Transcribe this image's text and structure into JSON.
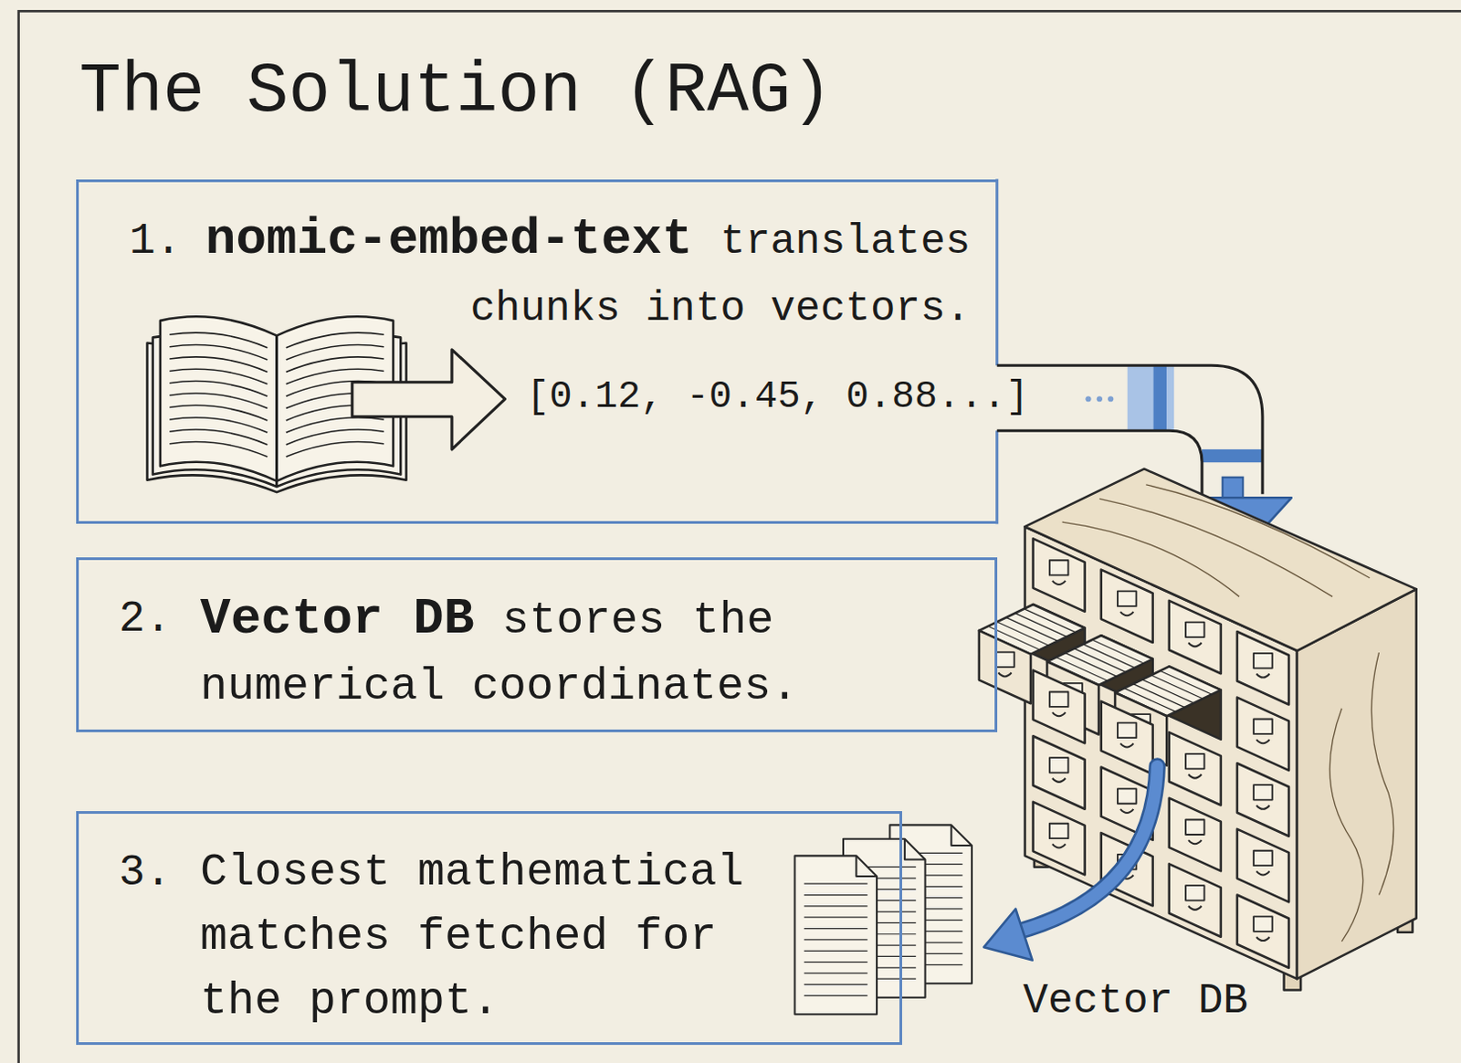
{
  "diagram": {
    "title": "The Solution (RAG)",
    "nodes": [
      {
        "text": [
          "1.",
          "nomic-embed-text",
          "translates chunks into vectors."
        ]
      },
      {
        "text": [
          "2.",
          "Vector DB",
          "stores the numerical coordinates."
        ]
      },
      {
        "text": [
          "3.",
          "Closest mathematical matches fetched for the prompt."
        ]
      }
    ],
    "labels": [
      "[0.12, -0.45, 0.88...]",
      "Vector DB"
    ]
  }
}
